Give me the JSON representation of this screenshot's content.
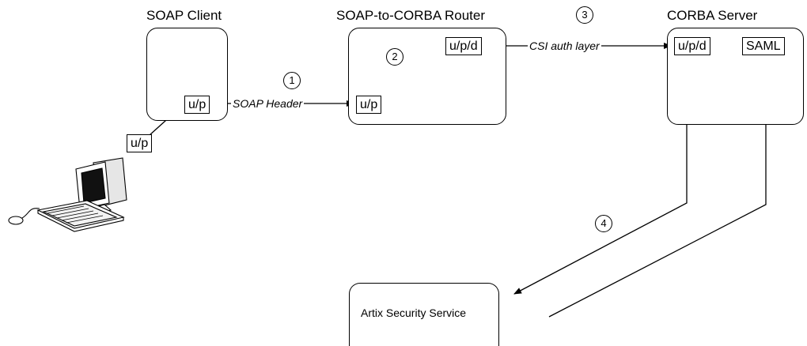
{
  "nodes": {
    "soap_client": {
      "title": "SOAP Client",
      "token": "u/p"
    },
    "router": {
      "title": "SOAP-to-CORBA Router",
      "token_in": "u/p",
      "token_out": "u/p/d"
    },
    "corba_server": {
      "title": "CORBA Server",
      "token": "u/p/d",
      "saml": "SAML"
    },
    "security_service": {
      "label": "Artix Security Service"
    },
    "workstation": {
      "token": "u/p"
    }
  },
  "edges": {
    "soap_header": "SOAP Header",
    "csi_auth": "CSI auth layer"
  },
  "steps": [
    "1",
    "2",
    "3",
    "4"
  ]
}
